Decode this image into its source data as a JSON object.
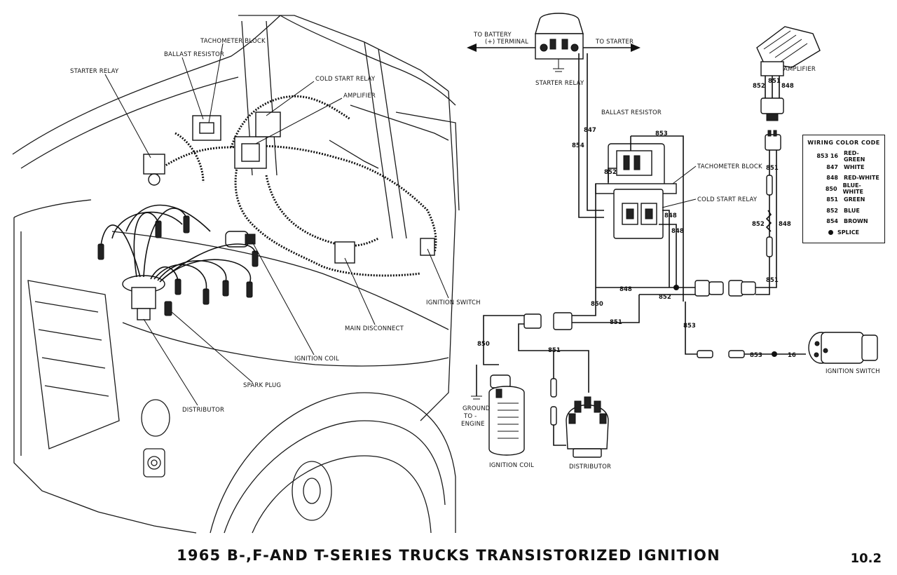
{
  "title": "1965 B-,F-AND T-SERIES TRUCKS TRANSISTORIZED IGNITION",
  "page_number": "10.2",
  "left_view": {
    "labels": {
      "tachometer_block": "TACHOMETER BLOCK",
      "ballast_resistor": "BALLAST RESISTOR",
      "starter_relay": "STARTER RELAY",
      "cold_start_relay": "COLD START RELAY",
      "amplifier": "AMPLIFIER",
      "ignition_switch": "IGNITION SWITCH",
      "main_disconnect": "MAIN DISCONNECT",
      "ignition_coil": "IGNITION COIL",
      "spark_plug": "SPARK PLUG",
      "distributor": "DISTRIBUTOR"
    }
  },
  "schematic": {
    "labels": {
      "to_battery_1": "TO BATTERY",
      "to_battery_2": "(+) TERMINAL",
      "to_starter": "TO STARTER",
      "starter_relay": "STARTER RELAY",
      "amplifier": "AMPLIFIER",
      "ballast_resistor": "BALLAST RESISTOR",
      "tachometer_block": "TACHOMETER BLOCK",
      "cold_start_relay": "COLD START RELAY",
      "ground_1": "GROUND",
      "ground_2": "TO -",
      "ground_3": "ENGINE",
      "ignition_coil": "IGNITION COIL",
      "distributor": "DISTRIBUTOR",
      "ignition_switch": "IGNITION SWITCH"
    },
    "wire_numbers": {
      "w847": "847",
      "w854": "854",
      "w852_amp": "852",
      "w851_amp": "851",
      "w848_amp": "848",
      "w853_top": "853",
      "w852_ballast": "852",
      "w848_relay_a": "848",
      "w848_relay_b": "848",
      "w848_bottom": "848",
      "w852_bottom": "852",
      "w850_a": "850",
      "w850_b": "850",
      "w851_mid": "851",
      "w851_coil": "851",
      "w853_down": "853",
      "w853_switch": "853",
      "w16_switch": "16",
      "w851_conn_top": "851",
      "w852_right": "852",
      "w848_right": "848",
      "w851_conn_bottom": "851"
    }
  },
  "legend": {
    "title": "WIRING COLOR CODE",
    "items": [
      {
        "code": "853 16",
        "color": "RED-GREEN"
      },
      {
        "code": "847",
        "color": "WHITE"
      },
      {
        "code": "848",
        "color": "RED-WHITE"
      },
      {
        "code": "850",
        "color": "BLUE-WHITE"
      },
      {
        "code": "851",
        "color": "GREEN"
      },
      {
        "code": "852",
        "color": "BLUE"
      },
      {
        "code": "854",
        "color": "BROWN"
      }
    ],
    "splice_label": "SPLICE"
  }
}
